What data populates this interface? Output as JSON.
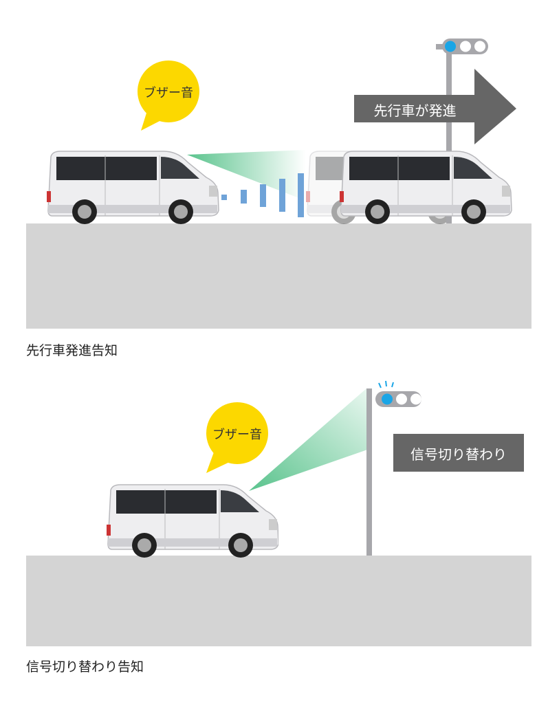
{
  "scenes": [
    {
      "bubble_text": "ブザー音",
      "sign_text": "先行車が発進",
      "caption": "先行車発進告知"
    },
    {
      "bubble_text": "ブザー音",
      "sign_text": "信号切り替わり",
      "caption": "信号切り替わり告知"
    }
  ],
  "colors": {
    "bubble": "#fcd800",
    "sign": "#666666",
    "road": "#d4d4d4",
    "signal_on": "#1aa5e6",
    "beam": "#5cc08a",
    "pole": "#a7a7ab"
  }
}
